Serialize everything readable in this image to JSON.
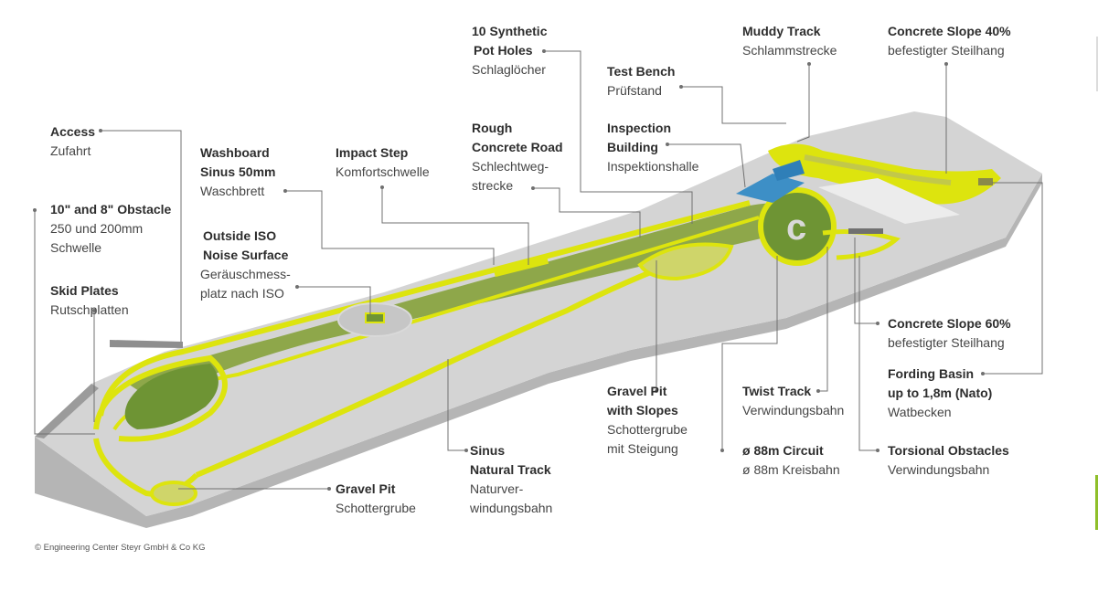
{
  "colors": {
    "track": "#dde40e",
    "green": "#6e9434",
    "concrete_light": "#d3d3d3",
    "concrete_dark": "#a3a3a3",
    "building": "#3d8fc6",
    "leader": "#707070"
  },
  "labels": {
    "synthetic_pot_holes": {
      "title_1": "10 Synthetic",
      "title_2": "Pot Holes",
      "sub_1": "Schlaglöcher"
    },
    "muddy_track": {
      "title_1": "Muddy Track",
      "sub_1": "Schlammstrecke"
    },
    "concrete_slope_40": {
      "title_1": "Concrete Slope 40%",
      "sub_1": "befestigter Steilhang"
    },
    "test_bench": {
      "title_1": "Test Bench",
      "sub_1": "Prüfstand"
    },
    "inspection_building": {
      "title_1": "Inspection",
      "title_2": "Building",
      "sub_1": "Inspektionshalle"
    },
    "rough_concrete_road": {
      "title_1": "Rough",
      "title_2": "Concrete Road",
      "sub_1": "Schlechtweg-",
      "sub_2": "strecke"
    },
    "access": {
      "title_1": "Access",
      "sub_1": "Zufahrt"
    },
    "washboard": {
      "title_1": "Washboard",
      "title_2": "Sinus 50mm",
      "sub_1": "Waschbrett"
    },
    "impact_step": {
      "title_1": "Impact Step",
      "sub_1": "Komfortschwelle"
    },
    "obstacle": {
      "title_1": "10\" and 8\" Obstacle",
      "sub_1": "250 und 200mm",
      "sub_2": "Schwelle"
    },
    "outside_iso": {
      "title_1": "Outside ISO",
      "title_2": "Noise Surface",
      "sub_1": "Geräuschmess-",
      "sub_2": "platz nach ISO"
    },
    "skid_plates": {
      "title_1": "Skid Plates",
      "sub_1": "Rutschplatten"
    },
    "concrete_slope_60": {
      "title_1": "Concrete Slope 60%",
      "sub_1": "befestigter Steilhang"
    },
    "fording_basin": {
      "title_1": "Fording Basin",
      "title_2": "up to 1,8m (Nato)",
      "sub_1": "Watbecken"
    },
    "twist_track": {
      "title_1": "Twist Track",
      "sub_1": "Verwindungsbahn"
    },
    "gravel_pit_slopes": {
      "title_1": "Gravel Pit",
      "title_2": "with Slopes",
      "sub_1": "Schottergrube",
      "sub_2": "mit Steigung"
    },
    "circuit_88m": {
      "title_1": "ø 88m Circuit",
      "sub_1": "ø 88m Kreisbahn"
    },
    "torsional_obstacles": {
      "title_1": "Torsional Obstacles",
      "sub_1": "Verwindungsbahn"
    },
    "sinus_natural_track": {
      "title_1": "Sinus",
      "title_2": "Natural Track",
      "sub_1": "Naturver-",
      "sub_2": "windungsbahn"
    },
    "gravel_pit": {
      "title_1": "Gravel Pit",
      "sub_1": "Schottergrube"
    }
  },
  "copyright": "© Engineering Center Steyr GmbH & Co KG"
}
